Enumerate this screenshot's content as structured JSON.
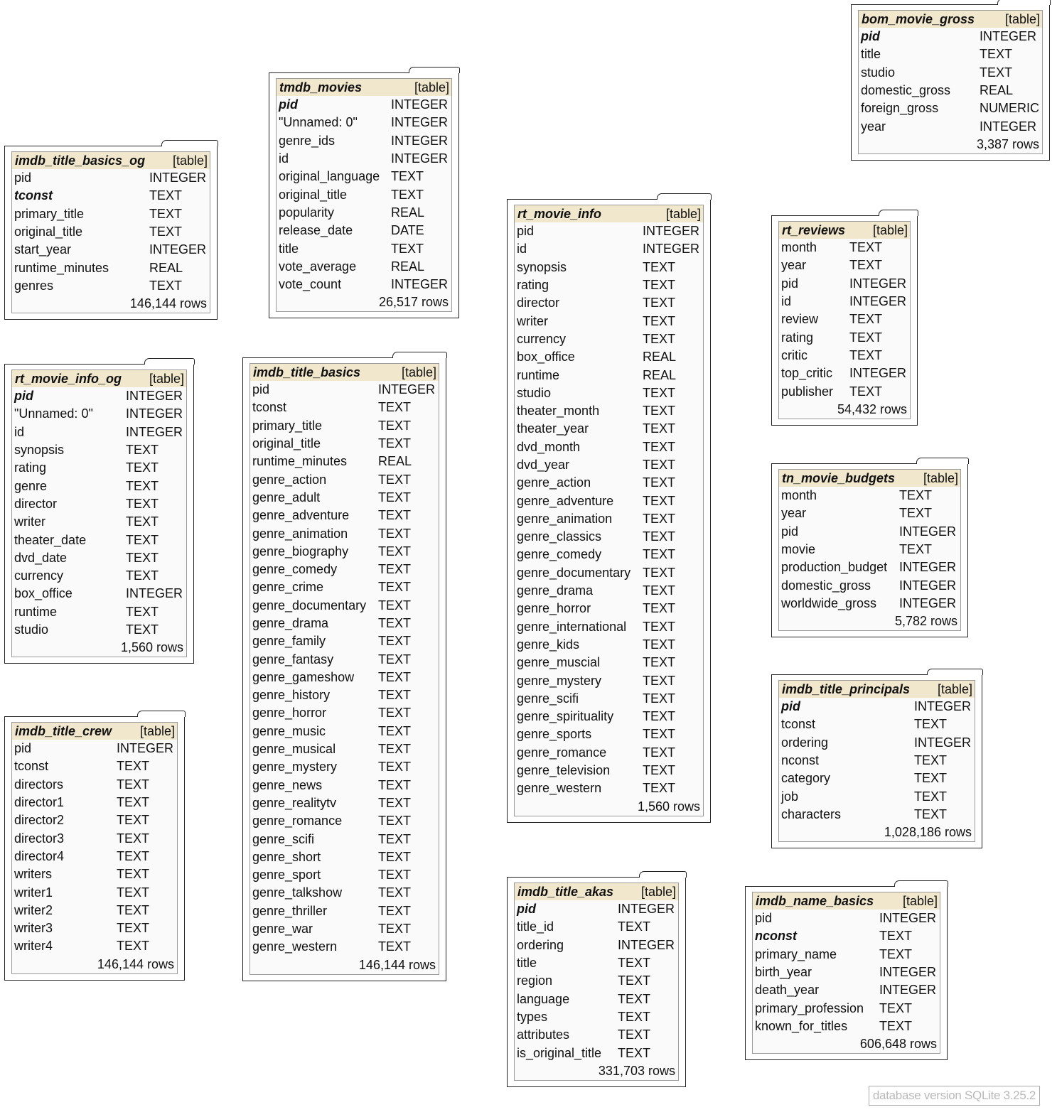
{
  "tables": [
    {
      "name": "imdb_title_basics_og",
      "tag": "[table]",
      "rows": "146,144 rows",
      "columns": [
        [
          "pid",
          "INTEGER",
          false
        ],
        [
          "tconst",
          "TEXT",
          true
        ],
        [
          "primary_title",
          "TEXT",
          false
        ],
        [
          "original_title",
          "TEXT",
          false
        ],
        [
          "start_year",
          "INTEGER",
          false
        ],
        [
          "runtime_minutes",
          "REAL",
          false
        ],
        [
          "genres",
          "TEXT",
          false
        ]
      ]
    },
    {
      "name": "tmdb_movies",
      "tag": "[table]",
      "rows": "26,517 rows",
      "columns": [
        [
          "pid",
          "INTEGER",
          true
        ],
        [
          "\"Unnamed: 0\"",
          "INTEGER",
          false
        ],
        [
          "genre_ids",
          "INTEGER",
          false
        ],
        [
          "id",
          "INTEGER",
          false
        ],
        [
          "original_language",
          "TEXT",
          false
        ],
        [
          "original_title",
          "TEXT",
          false
        ],
        [
          "popularity",
          "REAL",
          false
        ],
        [
          "release_date",
          "DATE",
          false
        ],
        [
          "title",
          "TEXT",
          false
        ],
        [
          "vote_average",
          "REAL",
          false
        ],
        [
          "vote_count",
          "INTEGER",
          false
        ]
      ]
    },
    {
      "name": "rt_movie_info",
      "tag": "[table]",
      "rows": "1,560 rows",
      "columns": [
        [
          "pid",
          "INTEGER",
          false
        ],
        [
          "id",
          "INTEGER",
          false
        ],
        [
          "synopsis",
          "TEXT",
          false
        ],
        [
          "rating",
          "TEXT",
          false
        ],
        [
          "director",
          "TEXT",
          false
        ],
        [
          "writer",
          "TEXT",
          false
        ],
        [
          "currency",
          "TEXT",
          false
        ],
        [
          "box_office",
          "REAL",
          false
        ],
        [
          "runtime",
          "REAL",
          false
        ],
        [
          "studio",
          "TEXT",
          false
        ],
        [
          "theater_month",
          "TEXT",
          false
        ],
        [
          "theater_year",
          "TEXT",
          false
        ],
        [
          "dvd_month",
          "TEXT",
          false
        ],
        [
          "dvd_year",
          "TEXT",
          false
        ],
        [
          "genre_action",
          "TEXT",
          false
        ],
        [
          "genre_adventure",
          "TEXT",
          false
        ],
        [
          "genre_animation",
          "TEXT",
          false
        ],
        [
          "genre_classics",
          "TEXT",
          false
        ],
        [
          "genre_comedy",
          "TEXT",
          false
        ],
        [
          "genre_documentary",
          "TEXT",
          false
        ],
        [
          "genre_drama",
          "TEXT",
          false
        ],
        [
          "genre_horror",
          "TEXT",
          false
        ],
        [
          "genre_international",
          "TEXT",
          false
        ],
        [
          "genre_kids",
          "TEXT",
          false
        ],
        [
          "genre_muscial",
          "TEXT",
          false
        ],
        [
          "genre_mystery",
          "TEXT",
          false
        ],
        [
          "genre_scifi",
          "TEXT",
          false
        ],
        [
          "genre_spirituality",
          "TEXT",
          false
        ],
        [
          "genre_sports",
          "TEXT",
          false
        ],
        [
          "genre_romance",
          "TEXT",
          false
        ],
        [
          "genre_television",
          "TEXT",
          false
        ],
        [
          "genre_western",
          "TEXT",
          false
        ]
      ]
    },
    {
      "name": "bom_movie_gross",
      "tag": "[table]",
      "rows": "3,387 rows",
      "columns": [
        [
          "pid",
          "INTEGER",
          true
        ],
        [
          "title",
          "TEXT",
          false
        ],
        [
          "studio",
          "TEXT",
          false
        ],
        [
          "domestic_gross",
          "REAL",
          false
        ],
        [
          "foreign_gross",
          "NUMERIC",
          false
        ],
        [
          "year",
          "INTEGER",
          false
        ]
      ]
    },
    {
      "name": "rt_reviews",
      "tag": "[table]",
      "rows": "54,432 rows",
      "columns": [
        [
          "month",
          "TEXT",
          false
        ],
        [
          "year",
          "TEXT",
          false
        ],
        [
          "pid",
          "INTEGER",
          false
        ],
        [
          "id",
          "INTEGER",
          false
        ],
        [
          "review",
          "TEXT",
          false
        ],
        [
          "rating",
          "TEXT",
          false
        ],
        [
          "critic",
          "TEXT",
          false
        ],
        [
          "top_critic",
          "INTEGER",
          false
        ],
        [
          "publisher",
          "TEXT",
          false
        ]
      ]
    },
    {
      "name": "rt_movie_info_og",
      "tag": "[table]",
      "rows": "1,560 rows",
      "columns": [
        [
          "pid",
          "INTEGER",
          true
        ],
        [
          "\"Unnamed: 0\"",
          "INTEGER",
          false
        ],
        [
          "id",
          "INTEGER",
          false
        ],
        [
          "synopsis",
          "TEXT",
          false
        ],
        [
          "rating",
          "TEXT",
          false
        ],
        [
          "genre",
          "TEXT",
          false
        ],
        [
          "director",
          "TEXT",
          false
        ],
        [
          "writer",
          "TEXT",
          false
        ],
        [
          "theater_date",
          "TEXT",
          false
        ],
        [
          "dvd_date",
          "TEXT",
          false
        ],
        [
          "currency",
          "TEXT",
          false
        ],
        [
          "box_office",
          "INTEGER",
          false
        ],
        [
          "runtime",
          "TEXT",
          false
        ],
        [
          "studio",
          "TEXT",
          false
        ]
      ]
    },
    {
      "name": "imdb_title_basics",
      "tag": "[table]",
      "rows": "146,144 rows",
      "columns": [
        [
          "pid",
          "INTEGER",
          false
        ],
        [
          "tconst",
          "TEXT",
          false
        ],
        [
          "primary_title",
          "TEXT",
          false
        ],
        [
          "original_title",
          "TEXT",
          false
        ],
        [
          "runtime_minutes",
          "REAL",
          false
        ],
        [
          "genre_action",
          "TEXT",
          false
        ],
        [
          "genre_adult",
          "TEXT",
          false
        ],
        [
          "genre_adventure",
          "TEXT",
          false
        ],
        [
          "genre_animation",
          "TEXT",
          false
        ],
        [
          "genre_biography",
          "TEXT",
          false
        ],
        [
          "genre_comedy",
          "TEXT",
          false
        ],
        [
          "genre_crime",
          "TEXT",
          false
        ],
        [
          "genre_documentary",
          "TEXT",
          false
        ],
        [
          "genre_drama",
          "TEXT",
          false
        ],
        [
          "genre_family",
          "TEXT",
          false
        ],
        [
          "genre_fantasy",
          "TEXT",
          false
        ],
        [
          "genre_gameshow",
          "TEXT",
          false
        ],
        [
          "genre_history",
          "TEXT",
          false
        ],
        [
          "genre_horror",
          "TEXT",
          false
        ],
        [
          "genre_music",
          "TEXT",
          false
        ],
        [
          "genre_musical",
          "TEXT",
          false
        ],
        [
          "genre_mystery",
          "TEXT",
          false
        ],
        [
          "genre_news",
          "TEXT",
          false
        ],
        [
          "genre_realitytv",
          "TEXT",
          false
        ],
        [
          "genre_romance",
          "TEXT",
          false
        ],
        [
          "genre_scifi",
          "TEXT",
          false
        ],
        [
          "genre_short",
          "TEXT",
          false
        ],
        [
          "genre_sport",
          "TEXT",
          false
        ],
        [
          "genre_talkshow",
          "TEXT",
          false
        ],
        [
          "genre_thriller",
          "TEXT",
          false
        ],
        [
          "genre_war",
          "TEXT",
          false
        ],
        [
          "genre_western",
          "TEXT",
          false
        ]
      ]
    },
    {
      "name": "tn_movie_budgets",
      "tag": "[table]",
      "rows": "5,782 rows",
      "columns": [
        [
          "month",
          "TEXT",
          false
        ],
        [
          "year",
          "TEXT",
          false
        ],
        [
          "pid",
          "INTEGER",
          false
        ],
        [
          "movie",
          "TEXT",
          false
        ],
        [
          "production_budget",
          "INTEGER",
          false
        ],
        [
          "domestic_gross",
          "INTEGER",
          false
        ],
        [
          "worldwide_gross",
          "INTEGER",
          false
        ]
      ]
    },
    {
      "name": "imdb_title_crew",
      "tag": "[table]",
      "rows": "146,144 rows",
      "columns": [
        [
          "pid",
          "INTEGER",
          false
        ],
        [
          "tconst",
          "TEXT",
          false
        ],
        [
          "directors",
          "TEXT",
          false
        ],
        [
          "director1",
          "TEXT",
          false
        ],
        [
          "director2",
          "TEXT",
          false
        ],
        [
          "director3",
          "TEXT",
          false
        ],
        [
          "director4",
          "TEXT",
          false
        ],
        [
          "writers",
          "TEXT",
          false
        ],
        [
          "writer1",
          "TEXT",
          false
        ],
        [
          "writer2",
          "TEXT",
          false
        ],
        [
          "writer3",
          "TEXT",
          false
        ],
        [
          "writer4",
          "TEXT",
          false
        ]
      ]
    },
    {
      "name": "imdb_title_principals",
      "tag": "[table]",
      "rows": "1,028,186 rows",
      "columns": [
        [
          "pid",
          "INTEGER",
          true
        ],
        [
          "tconst",
          "TEXT",
          false
        ],
        [
          "ordering",
          "INTEGER",
          false
        ],
        [
          "nconst",
          "TEXT",
          false
        ],
        [
          "category",
          "TEXT",
          false
        ],
        [
          "job",
          "TEXT",
          false
        ],
        [
          "characters",
          "TEXT",
          false
        ]
      ]
    },
    {
      "name": "imdb_title_akas",
      "tag": "[table]",
      "rows": "331,703 rows",
      "columns": [
        [
          "pid",
          "INTEGER",
          true
        ],
        [
          "title_id",
          "TEXT",
          false
        ],
        [
          "ordering",
          "INTEGER",
          false
        ],
        [
          "title",
          "TEXT",
          false
        ],
        [
          "region",
          "TEXT",
          false
        ],
        [
          "language",
          "TEXT",
          false
        ],
        [
          "types",
          "TEXT",
          false
        ],
        [
          "attributes",
          "TEXT",
          false
        ],
        [
          "is_original_title",
          "TEXT",
          false
        ]
      ]
    },
    {
      "name": "imdb_name_basics",
      "tag": "[table]",
      "rows": "606,648 rows",
      "columns": [
        [
          "pid",
          "INTEGER",
          false
        ],
        [
          "nconst",
          "TEXT",
          true
        ],
        [
          "primary_name",
          "TEXT",
          false
        ],
        [
          "birth_year",
          "INTEGER",
          false
        ],
        [
          "death_year",
          "INTEGER",
          false
        ],
        [
          "primary_profession",
          "TEXT",
          false
        ],
        [
          "known_for_titles",
          "TEXT",
          false
        ]
      ]
    }
  ],
  "footer": {
    "version_label": "database version SQLite 3.25.2"
  }
}
